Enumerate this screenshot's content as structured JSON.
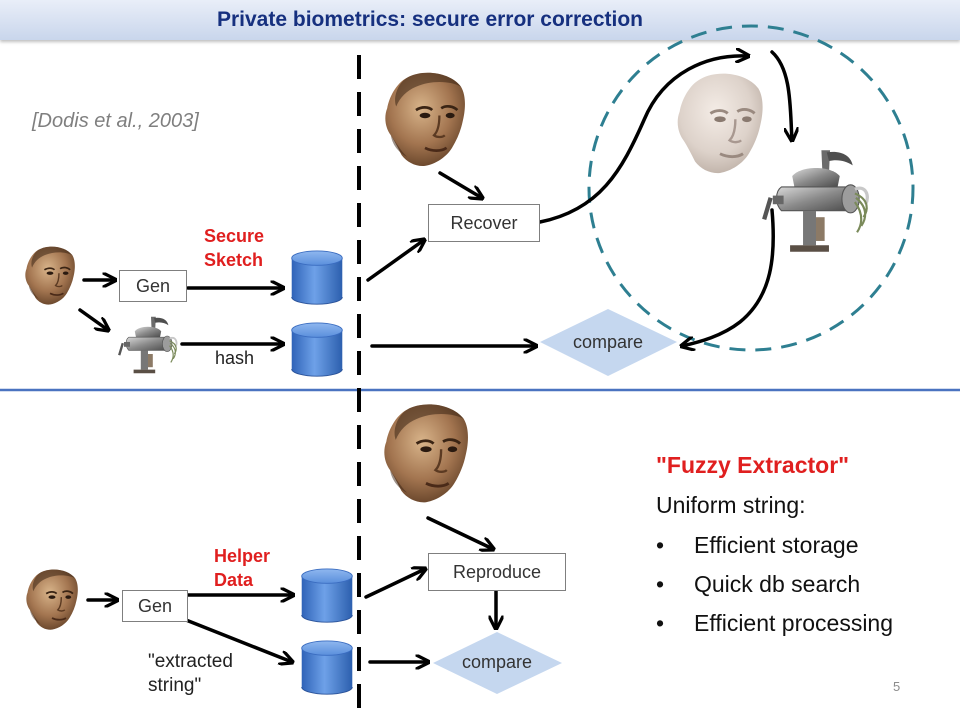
{
  "title": "Private biometrics: secure error correction",
  "citation": "[Dodis et al., 2003]",
  "top": {
    "gen_label": "Gen",
    "secure_sketch_label": [
      "Secure",
      "Sketch"
    ],
    "hash_label": "hash",
    "recover_label": "Recover",
    "compare_label": "compare"
  },
  "bottom": {
    "gen_label": "Gen",
    "helper_data_label": [
      "Helper",
      "Data"
    ],
    "extracted_label": [
      "\"extracted",
      "string\""
    ],
    "reproduce_label": "Reproduce",
    "compare_label": "compare"
  },
  "fuzzy_extractor": {
    "title": "\"Fuzzy Extractor\"",
    "subtitle": "Uniform string:",
    "bullets": [
      "Efficient storage",
      "Quick db search",
      "Efficient processing"
    ]
  },
  "page_number": "5",
  "colors": {
    "title_text": "#16307f",
    "red_label": "#e01f1f",
    "separator": "#4a73c0",
    "circle": "#2e7f91",
    "diamond": "#c5d7ef",
    "cylinder": "#4f86d6"
  },
  "icons": [
    "face-image",
    "meat-grinder-image",
    "database-cylinder-icon"
  ]
}
